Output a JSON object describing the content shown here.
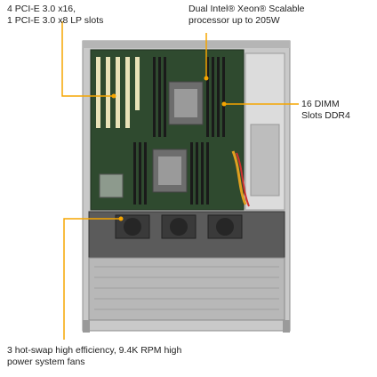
{
  "callouts": {
    "pcie": {
      "line1": "4 PCI-E 3.0 x16,",
      "line2": "1 PCI-E 3.0 x8 LP slots"
    },
    "cpu": {
      "line1": "Dual Intel® Xeon® Scalable",
      "line2": "processor up to 205W"
    },
    "dimm": {
      "line1": "16 DIMM",
      "line2": "Slots DDR4"
    },
    "fans": {
      "line1": "3 hot-swap high efficiency, 9.4K RPM high",
      "line2": "power system fans"
    }
  },
  "colors": {
    "callout_line": "#f5a500",
    "chassis": "#c9c9c9",
    "motherboard": "#2f4a2f",
    "fan": "#3a3a3a"
  }
}
